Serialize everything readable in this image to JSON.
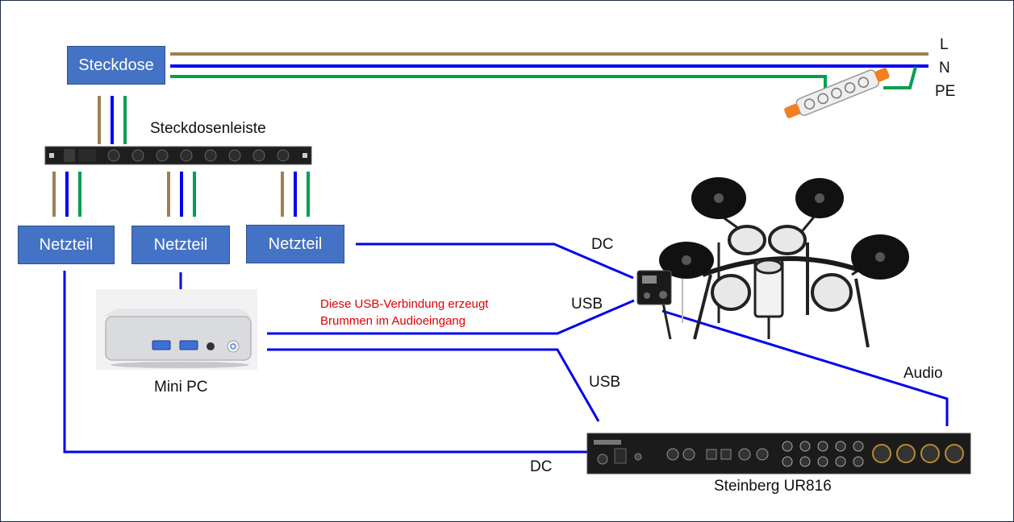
{
  "boxes": {
    "steckdose": "Steckdose",
    "netzteil_1": "Netzteil",
    "netzteil_2": "Netzteil",
    "netzteil_3": "Netzteil"
  },
  "mains_labels": {
    "l": "L",
    "n": "N",
    "pe": "PE"
  },
  "devices": {
    "power_strip": "Steckdosenleiste",
    "mini_pc": "Mini PC",
    "audio_interface": "Steinberg UR816"
  },
  "connections": {
    "dc_drum": "DC",
    "usb_drum": "USB",
    "usb_interface": "USB",
    "audio": "Audio",
    "dc_interface": "DC"
  },
  "note": {
    "line1": "Diese USB-Verbindung erzeugt",
    "line2": "Brummen im Audioeingang"
  },
  "colors": {
    "phase": "#a08050",
    "neutral": "#0000ee",
    "earth": "#00a050",
    "box": "#4472c4",
    "note_text": "#e00000"
  }
}
